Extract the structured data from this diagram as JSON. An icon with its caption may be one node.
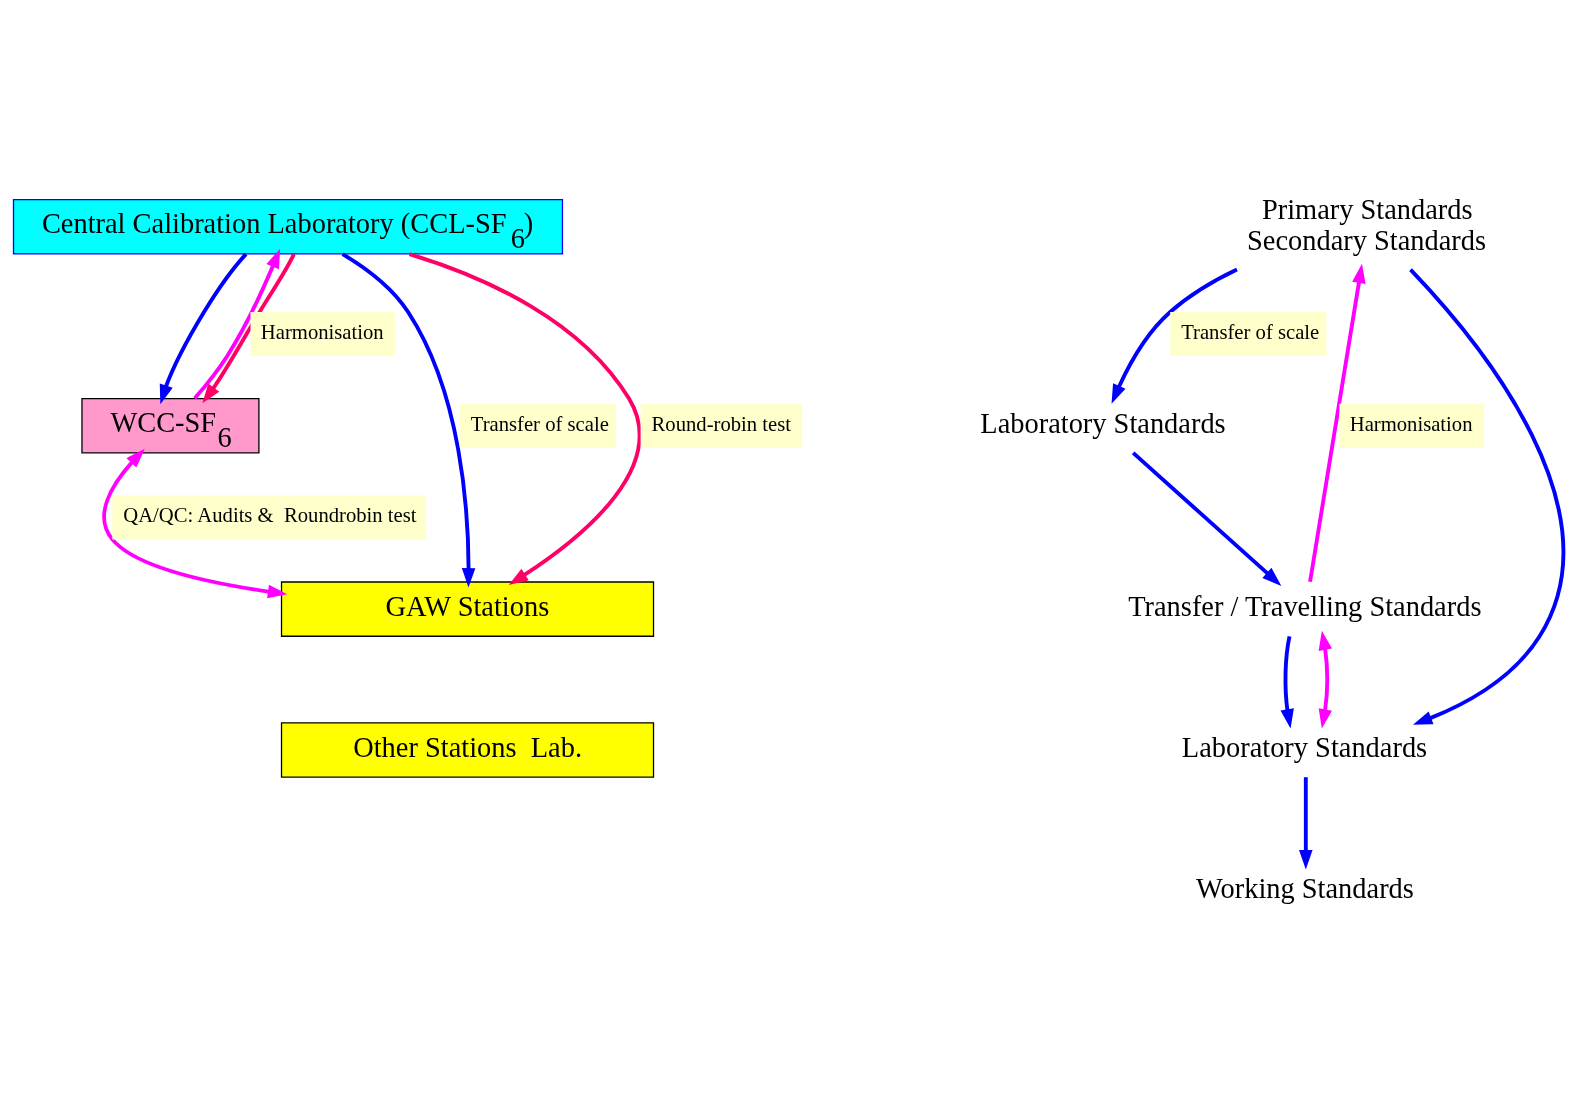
{
  "diagram": {
    "nodes": [
      {
        "text": [
          "Central Calibration Laboratory (CCL-SF$_{6}$)"
        ]
      },
      {
        "text": [
          "WCC-SF$_{6}$"
        ]
      },
      {
        "text": [
          "GAW Stations"
        ]
      },
      {
        "text": [
          "Other Stations  Lab."
        ]
      },
      {
        "text": [
          "Primary Standards",
          "Secondary Standards"
        ]
      },
      {
        "text": [
          "Laboratory Standards"
        ]
      },
      {
        "text": [
          "Transfer / Travelling Standards"
        ]
      },
      {
        "text": [
          "Laboratory Standards"
        ]
      },
      {
        "text": [
          "Working Standards"
        ]
      }
    ],
    "edges": [
      {
        "from": 0,
        "to": 2,
        "arrow": "to",
        "label": "Transfer of scale"
      },
      {
        "from": 0,
        "to": 1,
        "arrow": "to"
      },
      {
        "from": 1,
        "to": 0,
        "arrow": "to",
        "label": "Harmonisation",
        "color": "#ff00ff"
      },
      {
        "from": 0,
        "to": 2,
        "arrow": "to",
        "label": "Round-robin test",
        "color": "#ff0066"
      },
      {
        "from": 0,
        "to": 1,
        "arrow": "to",
        "color": "#ff0066"
      },
      {
        "from": 1,
        "to": 2,
        "arrow": "both",
        "label": "QA/QC: Audits &  Roundrobin test",
        "color": "#ff00ff"
      },
      {
        "from": 4,
        "to": 5,
        "arrow": "to",
        "label": "Transfer of scale"
      },
      {
        "from": 4,
        "to": 7,
        "arrow": "to"
      },
      {
        "from": 6,
        "to": 4,
        "arrow": "to",
        "label": "Harmonisation",
        "color": "#ff00ff"
      },
      {
        "from": 5,
        "to": 6,
        "arrow": "to"
      },
      {
        "from": 6,
        "to": 7,
        "arrow": "to"
      },
      {
        "from": 6,
        "to": 7,
        "arrow": "both",
        "color": "#ff00ff"
      },
      {
        "from": 7,
        "to": 8,
        "arrow": "to"
      }
    ]
  }
}
